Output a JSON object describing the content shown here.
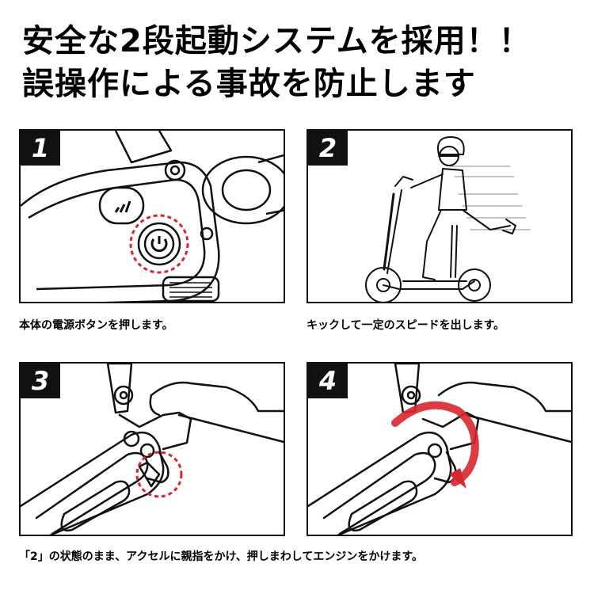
{
  "headline": {
    "line1": "安全な2段起動システムを採用！！",
    "line2": "誤操作による事故を防止します"
  },
  "steps": [
    {
      "number": "1",
      "caption": "本体の電源ボタンを押します。"
    },
    {
      "number": "2",
      "caption": "キックして一定のスピードを出します。"
    },
    {
      "number": "3",
      "caption": "「2」の状態のまま、アクセルに親指をかけ、押しまわしてエンジンをかけます。"
    },
    {
      "number": "4"
    }
  ],
  "colors": {
    "panel_border": "#111111",
    "badge": "#111111",
    "highlight": "#d7262d"
  },
  "icons": [
    "power-icon",
    "boost-icon",
    "rotate-arrow-icon"
  ]
}
